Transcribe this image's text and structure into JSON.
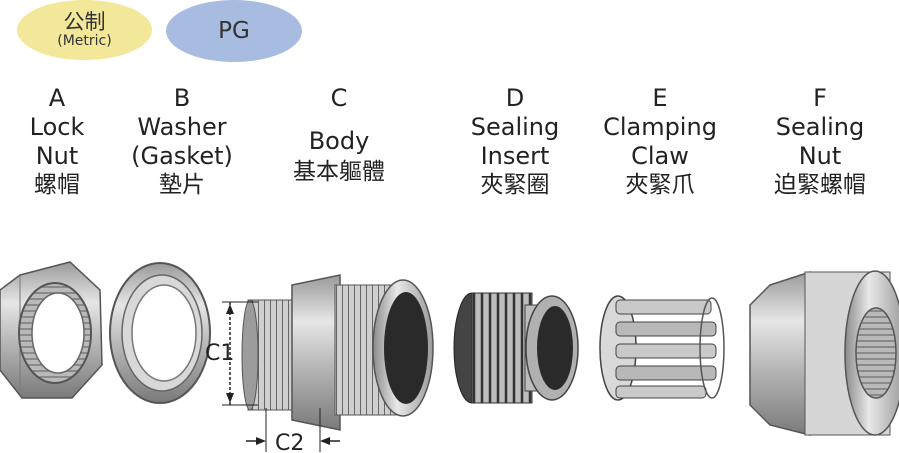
{
  "standards": {
    "metric": {
      "line1": "公制",
      "line2": "(Metric)",
      "color": "#f3e79a"
    },
    "pg": {
      "label": "PG",
      "color": "#a8bbe0"
    }
  },
  "parts": [
    {
      "letter": "A",
      "name1": "Lock",
      "name2": "Nut",
      "chinese": "螺帽"
    },
    {
      "letter": "B",
      "name1": "Washer",
      "name2": "(Gasket)",
      "chinese": "墊片"
    },
    {
      "letter": "C",
      "name1": "Body",
      "name2": "",
      "chinese": "基本軀體"
    },
    {
      "letter": "D",
      "name1": "Sealing",
      "name2": "Insert",
      "chinese": "夾緊圈"
    },
    {
      "letter": "E",
      "name1": "Clamping",
      "name2": "Claw",
      "chinese": "夾緊爪"
    },
    {
      "letter": "F",
      "name1": "Sealing",
      "name2": "Nut",
      "chinese": "迫緊螺帽"
    }
  ],
  "dimensions": {
    "c1": "C1",
    "c2": "C2"
  }
}
